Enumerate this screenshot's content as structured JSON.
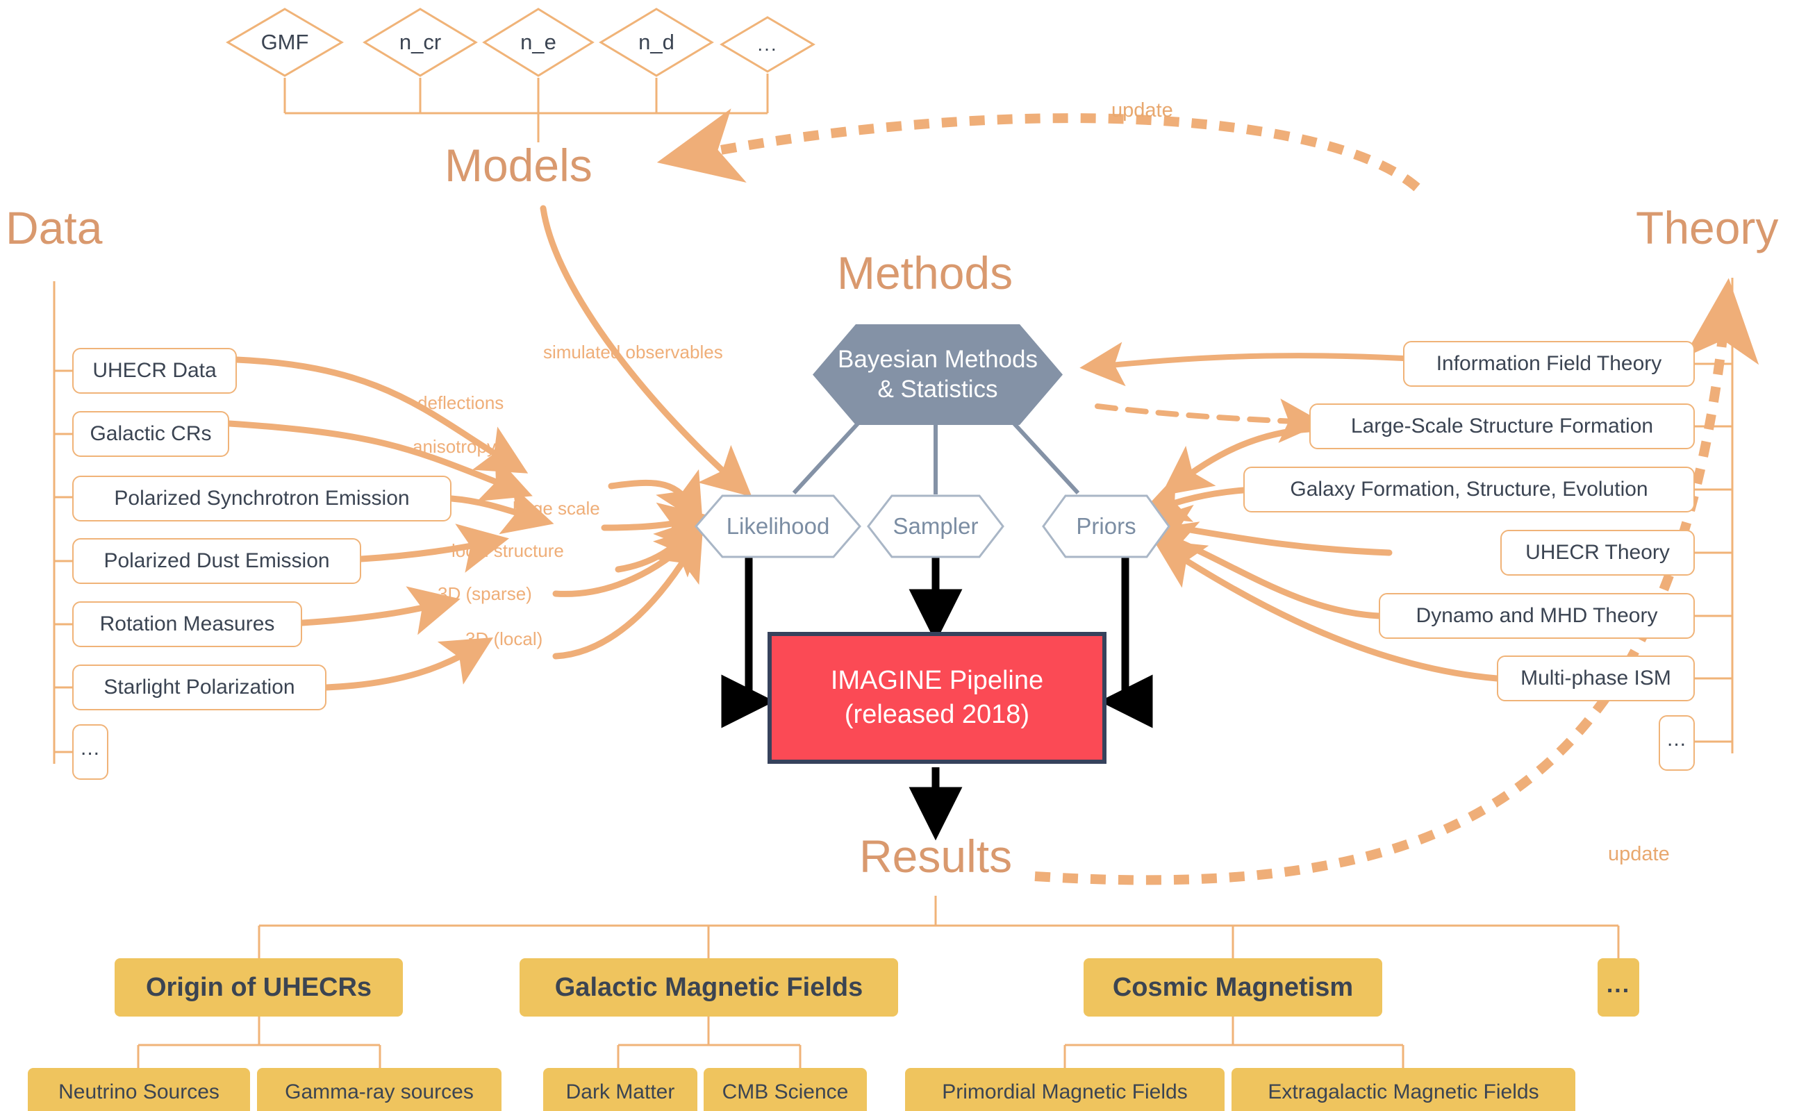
{
  "colors": {
    "heading_orange": "#d9996e",
    "edge_orange": "#efae78",
    "node_border": "#f0b378",
    "hex_dark": "#8492a6",
    "hex_light_border": "#a9b6c6",
    "hex_light_text": "#7b8da3",
    "pipeline_fill": "#fb4a55",
    "pipeline_border": "#36425c",
    "result_fill": "#efc45e",
    "text_dark": "#3b4452",
    "black_arrow": "#000000"
  },
  "headings": {
    "data": "Data",
    "models": "Models",
    "methods": "Methods",
    "theory": "Theory",
    "results": "Results"
  },
  "models": {
    "parameters": [
      {
        "label": "GMF"
      },
      {
        "label": "n_cr"
      },
      {
        "label": "n_e"
      },
      {
        "label": "n_d"
      },
      {
        "label": "..."
      }
    ]
  },
  "data": {
    "items": [
      {
        "label": "UHECR Data"
      },
      {
        "label": "Galactic CRs"
      },
      {
        "label": "Polarized Synchrotron Emission"
      },
      {
        "label": "Polarized Dust Emission"
      },
      {
        "label": "Rotation Measures"
      },
      {
        "label": "Starlight Polarization"
      },
      {
        "label": "..."
      }
    ]
  },
  "theory": {
    "items": [
      {
        "label": "Information Field Theory"
      },
      {
        "label": "Large-Scale Structure Formation"
      },
      {
        "label": "Galaxy Formation, Structure, Evolution"
      },
      {
        "label": "UHECR Theory"
      },
      {
        "label": "Dynamo and MHD Theory"
      },
      {
        "label": "Multi-phase ISM"
      },
      {
        "label": "..."
      }
    ]
  },
  "methods": {
    "bayesian": {
      "line1": "Bayesian Methods",
      "line2": "& Statistics"
    },
    "likelihood": "Likelihood",
    "sampler": "Sampler",
    "priors": "Priors"
  },
  "pipeline": {
    "line1": "IMAGINE Pipeline",
    "line2": "(released 2018)"
  },
  "edge_labels": {
    "simulated_observables": "simulated observables",
    "deflections": "deflections",
    "anisotropy": "anisotropy",
    "large_scale": "large scale",
    "local_structure": "local structure",
    "three_d_sparse": "3D (sparse)",
    "three_d_local": "3D (local)",
    "update_models": "update",
    "update_theory": "update"
  },
  "results": {
    "branches": [
      {
        "label": "Origin of UHECRs",
        "children": [
          {
            "label": "Neutrino Sources"
          },
          {
            "label": "Gamma-ray sources"
          }
        ]
      },
      {
        "label": "Galactic Magnetic Fields",
        "children": [
          {
            "label": "Dark Matter"
          },
          {
            "label": "CMB Science"
          }
        ]
      },
      {
        "label": "Cosmic Magnetism",
        "children": [
          {
            "label": "Primordial Magnetic Fields"
          },
          {
            "label": "Extragalactic Magnetic Fields"
          }
        ]
      },
      {
        "label": "...",
        "children": []
      }
    ]
  }
}
